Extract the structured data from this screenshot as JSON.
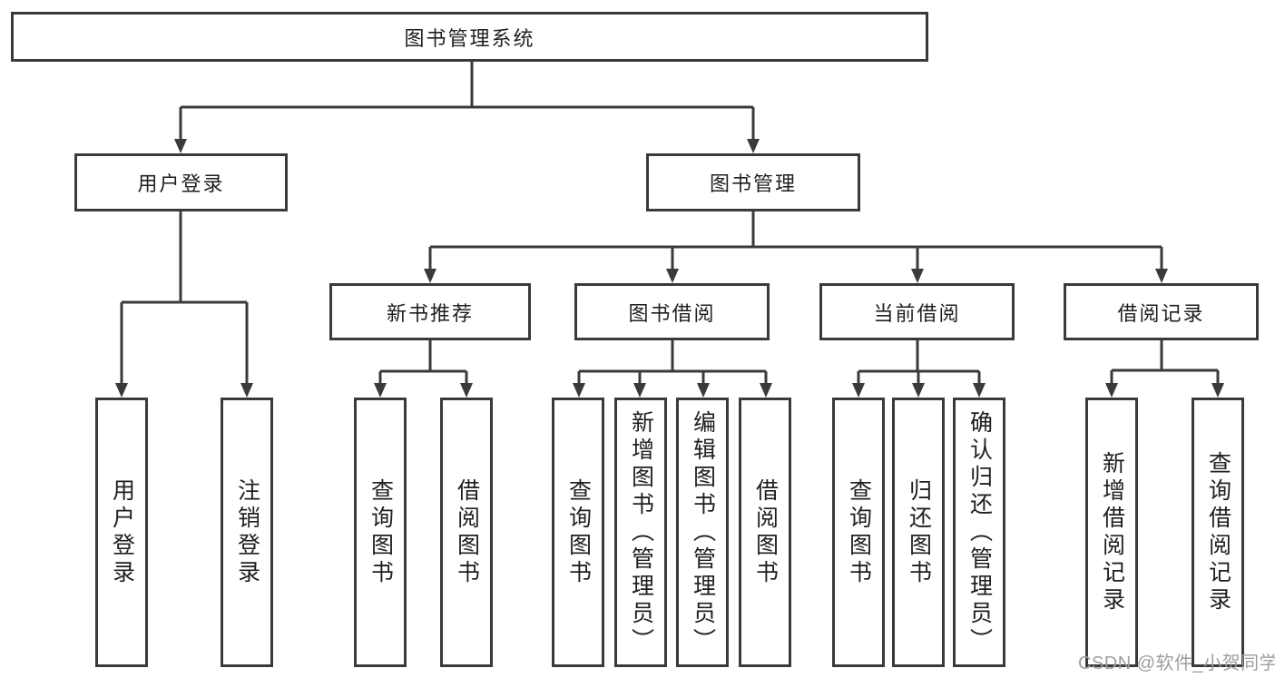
{
  "title": "图书管理系统",
  "watermark": {
    "text": "CSDN @软件_小贺同学"
  },
  "colors": {
    "line": "#3a3a3a",
    "border": "#3a3a3a",
    "text": "#1f1f1f",
    "watermark": "#9e9e9e",
    "background": "#ffffff"
  },
  "nodes": {
    "root": {
      "label": "图书管理系统"
    },
    "level2": [
      {
        "id": "user-login",
        "label": "用户登录"
      },
      {
        "id": "book-management",
        "label": "图书管理"
      }
    ],
    "level3": [
      {
        "id": "new-book-recommend",
        "label": "新书推荐",
        "parent": "book-management"
      },
      {
        "id": "book-borrow",
        "label": "图书借阅",
        "parent": "book-management"
      },
      {
        "id": "current-borrow",
        "label": "当前借阅",
        "parent": "book-management"
      },
      {
        "id": "borrow-records",
        "label": "借阅记录",
        "parent": "book-management"
      }
    ],
    "leaves": [
      {
        "parent": "user-login",
        "label": "用户登录"
      },
      {
        "parent": "user-login",
        "label": "注销登录"
      },
      {
        "parent": "new-book-recommend",
        "label": "查询图书"
      },
      {
        "parent": "new-book-recommend",
        "label": "借阅图书"
      },
      {
        "parent": "book-borrow",
        "label": "查询图书"
      },
      {
        "parent": "book-borrow",
        "label": "新增图书（管理员）"
      },
      {
        "parent": "book-borrow",
        "label": "编辑图书（管理员）"
      },
      {
        "parent": "book-borrow",
        "label": "借阅图书"
      },
      {
        "parent": "current-borrow",
        "label": "查询图书"
      },
      {
        "parent": "current-borrow",
        "label": "归还图书"
      },
      {
        "parent": "current-borrow",
        "label": "确认归还（管理员）"
      },
      {
        "parent": "borrow-records",
        "label": "新增借阅记录"
      },
      {
        "parent": "borrow-records",
        "label": "查询借阅记录"
      }
    ]
  }
}
